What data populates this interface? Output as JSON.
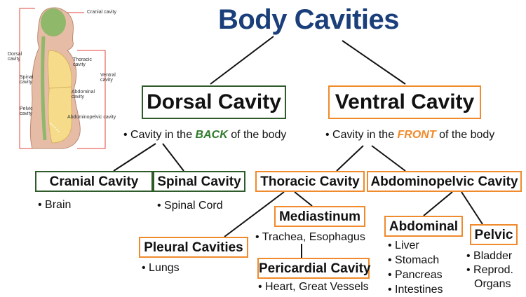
{
  "title": "Body Cavities",
  "figure": {
    "labels": {
      "cranial": "Cranial cavity",
      "dorsal": "Dorsal cavity",
      "thoracic": "Thoracic cavity",
      "ventral": "Ventral cavity",
      "spinal": "Spinal cavity",
      "abdominal": "Abdominal cavity",
      "pelvic": "Pelvic cavity",
      "abdominopelvic": "Abdominopelvic cavity"
    }
  },
  "dorsal": {
    "label": "Dorsal Cavity",
    "desc_prefix": "• Cavity in the ",
    "desc_emph": "BACK",
    "desc_suffix": " of the body",
    "children": {
      "cranial": {
        "label": "Cranial Cavity",
        "item": "• Brain"
      },
      "spinal": {
        "label": "Spinal Cavity",
        "item": "• Spinal Cord"
      }
    }
  },
  "ventral": {
    "label": "Ventral Cavity",
    "desc_prefix": "• Cavity in the ",
    "desc_emph": "FRONT",
    "desc_suffix": " of the body",
    "thoracic": {
      "label": "Thoracic Cavity",
      "pleural": {
        "label": "Pleural Cavities",
        "item": "• Lungs"
      },
      "mediastinum": {
        "label": "Mediastinum",
        "item": "• Trachea, Esophagus"
      },
      "pericardial": {
        "label": "Pericardial Cavity",
        "item": "• Heart, Great Vessels"
      }
    },
    "abdominopelvic": {
      "label": "Abdominopelvic Cavity",
      "abdominal": {
        "label": "Abdominal",
        "items": [
          "• Liver",
          "• Stomach",
          "• Pancreas",
          "• Intestines"
        ]
      },
      "pelvic": {
        "label": "Pelvic",
        "items": [
          "• Bladder",
          "• Reprod.",
          "Organs"
        ]
      }
    }
  },
  "colors": {
    "title": "#1a3f7a",
    "dorsal_border": "#2f5a2a",
    "ventral_border": "#f08a2c",
    "back_text": "#2f7a2a",
    "front_text": "#f08a2c"
  }
}
